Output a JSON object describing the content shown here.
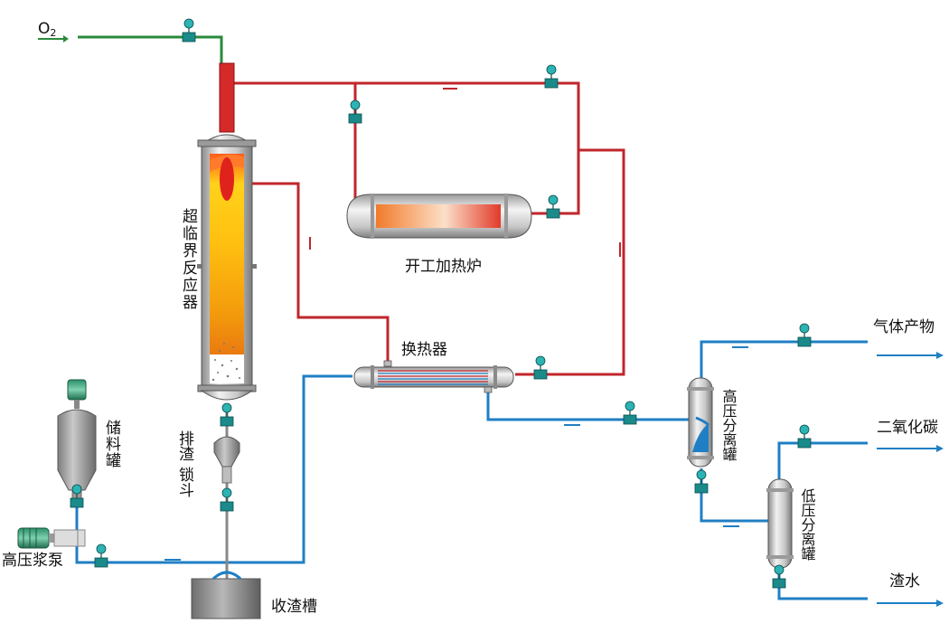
{
  "diagram": {
    "oxygen_label": "O",
    "oxygen_subscript": "2",
    "reactor_label": "超临界反应器",
    "heater_label": "开工加热炉",
    "heat_exchanger_label": "换热器",
    "storage_tank_label": "储料罐",
    "slag_lock_label": "排渣锁斗",
    "pump_label": "高压浆泵",
    "slag_tank_label": "收渣槽",
    "hp_separator_label": "高压分离罐",
    "lp_separator_label": "低压分离罐",
    "outputs": {
      "gas": "气体产物",
      "co2": "二氧化碳",
      "slag_water": "渣水"
    }
  },
  "colors": {
    "hot_pipe": "#c0262c",
    "cold_pipe": "#1f7fc4",
    "oxygen_pipe": "#2a8a3a",
    "valve": "#1a8a8a",
    "vessel_gray": "#bdbdbd"
  }
}
